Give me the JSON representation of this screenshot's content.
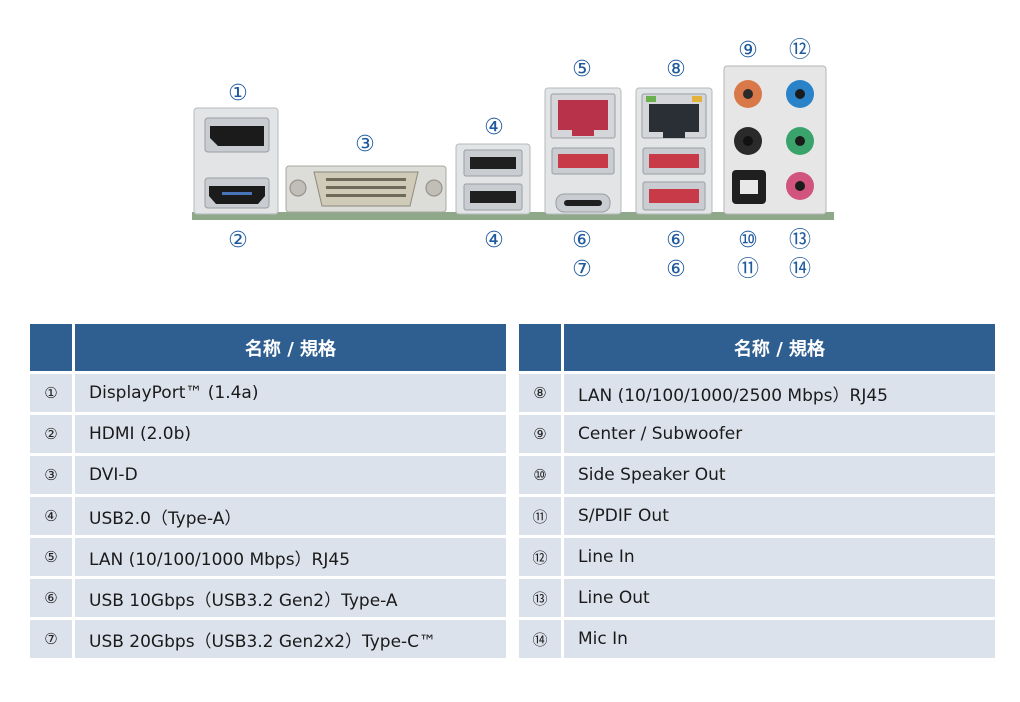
{
  "callouts": {
    "c1": "①",
    "c2": "②",
    "c3": "③",
    "c4a": "④",
    "c4b": "④",
    "c5": "⑤",
    "c6a": "⑥",
    "c7": "⑦",
    "c8": "⑧",
    "c6b": "⑥",
    "c6c": "⑥",
    "c9": "⑨",
    "c12": "⑫",
    "c10": "⑩",
    "c11": "⑪",
    "c13": "⑬",
    "c14": "⑭"
  },
  "colors": {
    "header_bg": "#2f5f91",
    "row_bg": "#dbe2ec",
    "callout": "#1f5a9e",
    "audio_orange": "#d9794a",
    "audio_blue": "#2a83c9",
    "audio_green": "#3aa36b",
    "audio_pink": "#d0547e",
    "usb_red": "#c93a48",
    "usb_black": "#1f1f1f"
  },
  "table_left": {
    "header": "名称 / 規格",
    "rows": [
      {
        "num": "①",
        "name": "DisplayPort™ (1.4a)"
      },
      {
        "num": "②",
        "name": "HDMI (2.0b)"
      },
      {
        "num": "③",
        "name": "DVI-D"
      },
      {
        "num": "④",
        "name": "USB2.0（Type-A）"
      },
      {
        "num": "⑤",
        "name": "LAN (10/100/1000 Mbps）RJ45"
      },
      {
        "num": "⑥",
        "name": "USB 10Gbps（USB3.2 Gen2）Type-A"
      },
      {
        "num": "⑦",
        "name": "USB 20Gbps（USB3.2 Gen2x2）Type-C™"
      }
    ]
  },
  "table_right": {
    "header": "名称 / 規格",
    "rows": [
      {
        "num": "⑧",
        "name": "LAN (10/100/1000/2500 Mbps）RJ45"
      },
      {
        "num": "⑨",
        "name": "Center / Subwoofer"
      },
      {
        "num": "⑩",
        "name": "Side Speaker Out"
      },
      {
        "num": "⑪",
        "name": "S/PDIF Out"
      },
      {
        "num": "⑫",
        "name": "Line In"
      },
      {
        "num": "⑬",
        "name": "Line Out"
      },
      {
        "num": "⑭",
        "name": "Mic In"
      }
    ]
  }
}
